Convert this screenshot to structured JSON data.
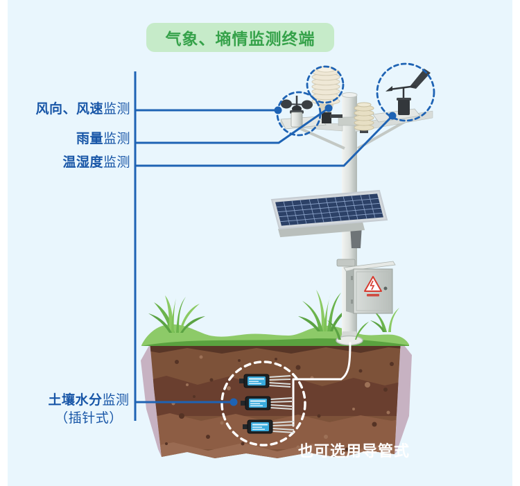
{
  "title": {
    "text": "气象、墒情监测终端"
  },
  "labels": {
    "wind": {
      "bold": "风向、风速",
      "suffix": "监测"
    },
    "rain": {
      "bold": "雨量",
      "suffix": "监测"
    },
    "temp_humidity": {
      "bold": "温湿度",
      "suffix": "监测"
    },
    "soil": {
      "bold": "土壤水分",
      "suffix": "监测",
      "sub": "（插针式）"
    }
  },
  "annotations": {
    "conduit_note": "也可选用导管式"
  },
  "colors": {
    "background": "#e9f6fd",
    "title_green": "#36a24a",
    "title_banner_bg": "#c6ebc9",
    "label_blue": "#1856a7",
    "leader_blue": "#1e63b4",
    "grass_green": "#8dca68",
    "soil_brown": "#7d5239",
    "sensor_label_blue": "#3aabdd",
    "warning_red": "#d63b30",
    "note_white": "#ffffff"
  }
}
